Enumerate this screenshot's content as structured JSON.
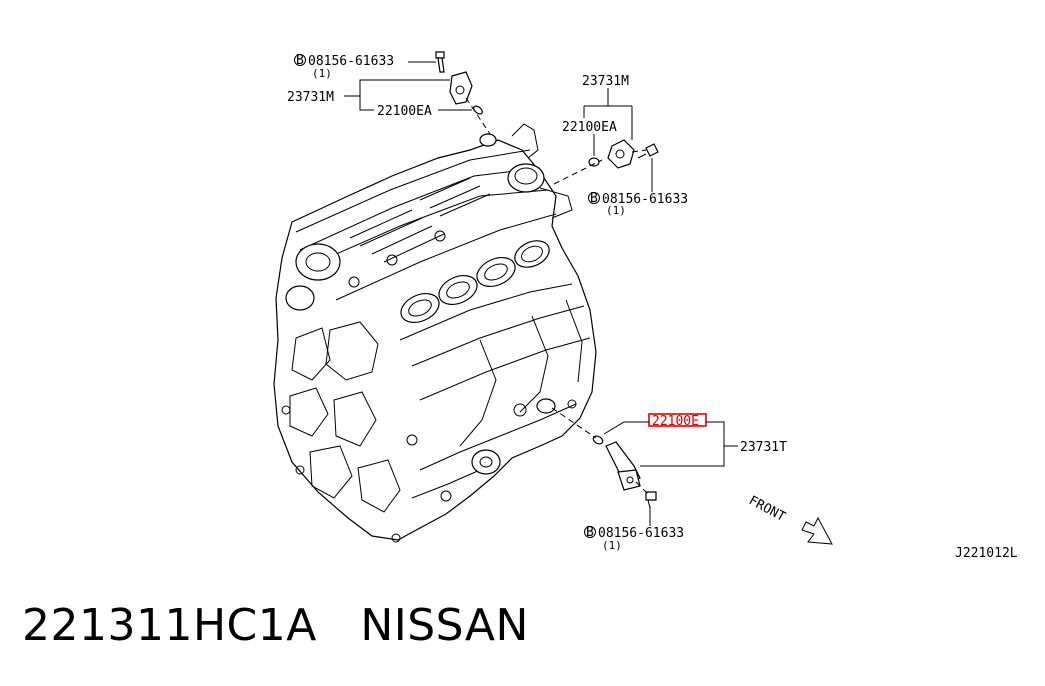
{
  "diagram": {
    "callouts": {
      "top_bolt": {
        "prefix": "B",
        "part": "08156-61633",
        "qty": "(1)"
      },
      "top_sensor": "23731M",
      "top_oring": "22100EA",
      "right_sensor": "23731M",
      "right_oring": "22100EA",
      "right_bolt": {
        "prefix": "B",
        "part": "08156-61633",
        "qty": "(1)"
      },
      "lower_oring_highlighted": "22100E",
      "lower_sensor": "23731T",
      "lower_bolt": {
        "prefix": "B",
        "part": "08156-61633",
        "qty": "(1)"
      }
    },
    "direction_label": "FRONT",
    "figure_code": "J221012L",
    "highlight_color": "#e00000"
  },
  "caption": {
    "part_number": "221311HC1A",
    "brand": "NISSAN",
    "text": "221311HC1A   NISSAN"
  }
}
